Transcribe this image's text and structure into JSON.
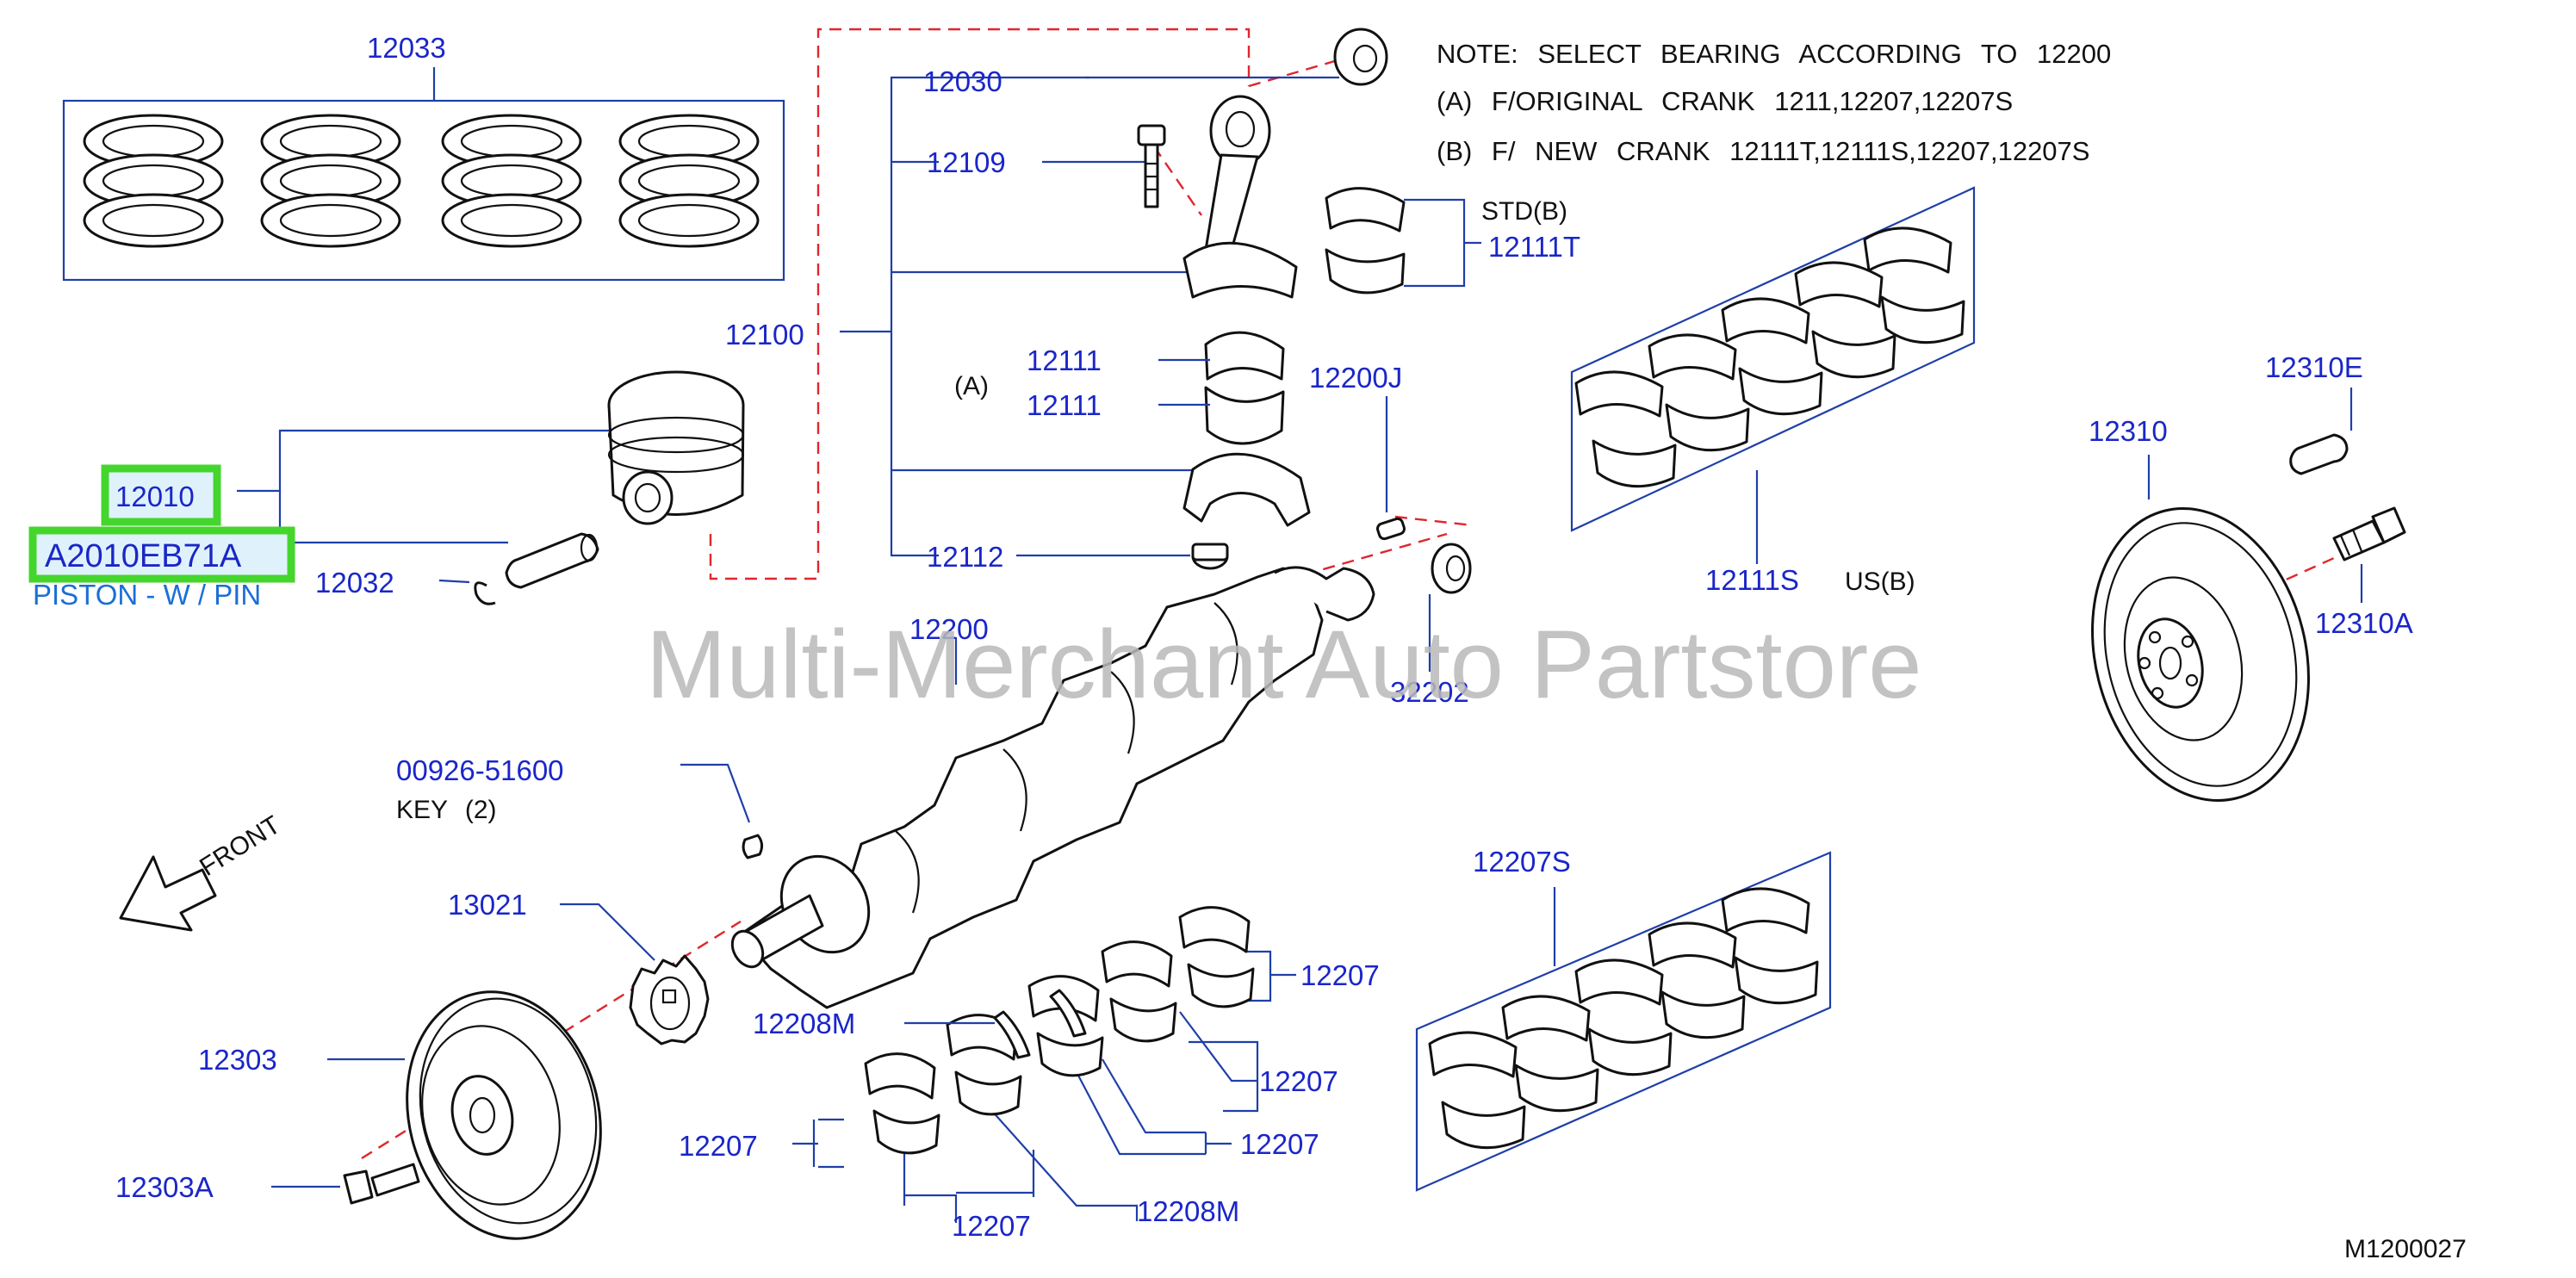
{
  "notes": {
    "line1": "NOTE: SELECT BEARING ACCORDING TO 12200",
    "line2": "(A) F/ORIGINAL CRANK 1211,12207,12207S",
    "line3": "(B) F/ NEW CRANK 12111T,12111S,12207,12207S"
  },
  "labels": {
    "p12033": "12033",
    "p12030": "12030",
    "p12109": "12109",
    "p12100": "12100",
    "p12111_a": "12111",
    "p12111_b": "12111",
    "group_a": "(A)",
    "p12112": "12112",
    "p12010": "12010",
    "pA2010": "A2010EB71A",
    "piston_desc": "PISTON - W / PIN",
    "p12032": "12032",
    "p12200J": "12200J",
    "std_b": "STD(B)",
    "p12111T": "12111T",
    "p12111S": "12111S",
    "us_b": "US(B)",
    "p12310E": "12310E",
    "p12310": "12310",
    "p12310A": "12310A",
    "p12200": "12200",
    "p32202": "32202",
    "p00926": "00926-51600",
    "key": "KEY (2)",
    "front": "FRONT",
    "p13021": "13021",
    "p12303": "12303",
    "p12303A": "12303A",
    "p12207_1": "12207",
    "p12207_2": "12207",
    "p12207_3": "12207",
    "p12207_4": "12207",
    "p12207_5": "12207",
    "p12208M_1": "12208M",
    "p12208M_2": "12208M",
    "p12207S": "12207S",
    "diagram_code": "M1200027"
  },
  "watermark": "Multi-Merchant Auto Partstore",
  "colors": {
    "part_number": "#1a26c8",
    "highlight_border": "#44d62c",
    "centerline": "#e0262c",
    "description": "#1a6fd6"
  }
}
